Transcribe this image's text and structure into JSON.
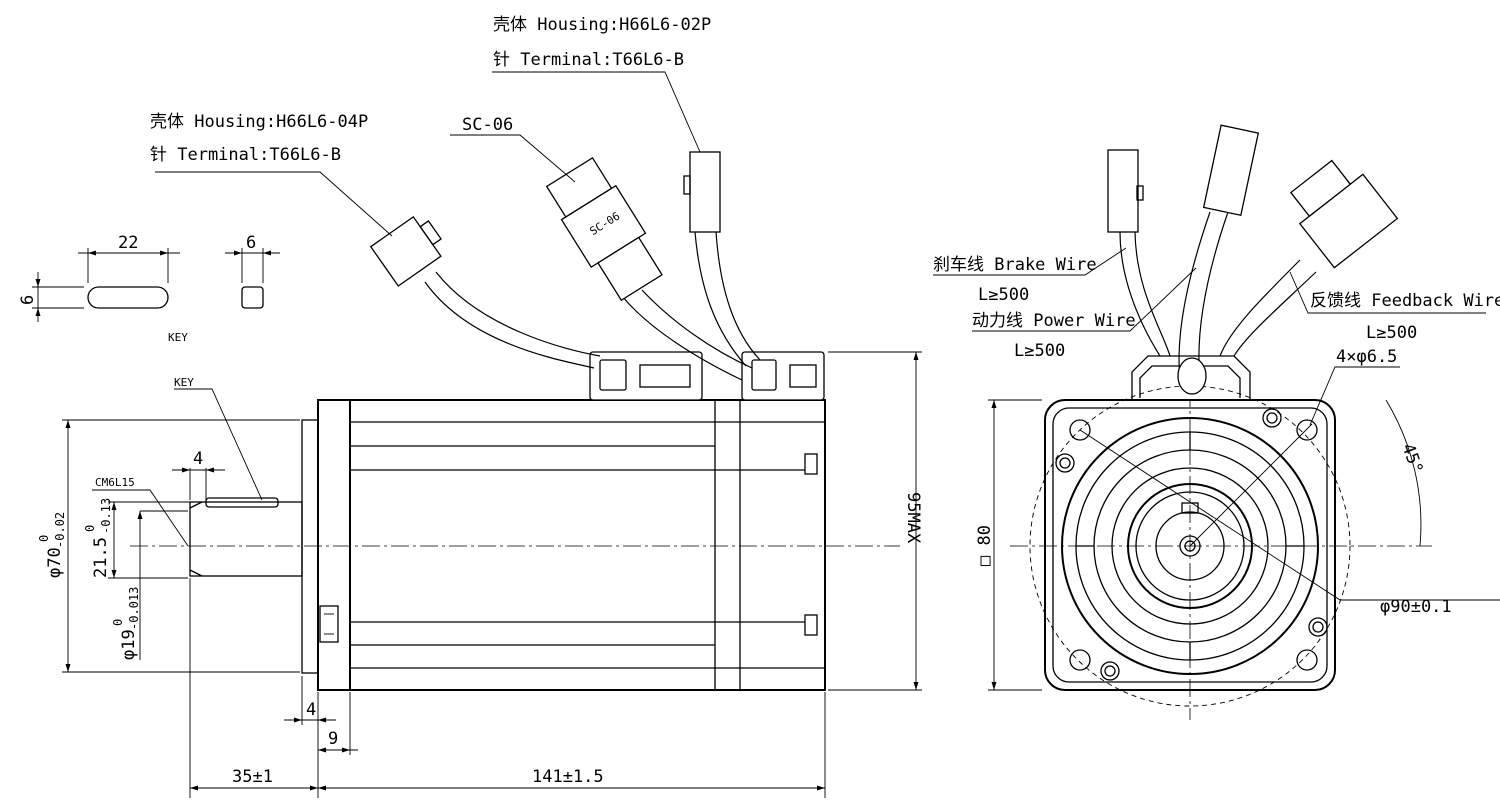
{
  "labels": {
    "power_housing": "壳体 Housing:H66L6-04P",
    "power_terminal": "针  Terminal:T66L6-B",
    "brake_housing": "壳体 Housing:H66L6-02P",
    "brake_terminal": "针 Terminal:T66L6-B",
    "encoder_connector": "SC-06",
    "connector_marking": "SC-06",
    "brake_wire": "刹车线 Brake Wire",
    "brake_len": "L≥500",
    "power_wire": "动力线 Power Wire",
    "power_len": "L≥500",
    "feedback_wire": "反馈线 Feedback Wire",
    "feedback_len": "L≥500",
    "key_detail": "KEY",
    "key_leader": "KEY",
    "chamfer": "CM6L15"
  },
  "dimensions": {
    "key_length": "22",
    "key_height": "6",
    "key_width": "6",
    "dim4_top": "4",
    "flange_pilot": "φ70",
    "flange_pilot_up": "0",
    "flange_pilot_low": "-0.02",
    "key_depth": "21.5",
    "key_depth_up": "0",
    "key_depth_low": "-0.13",
    "shaft_dia": "φ19",
    "shaft_dia_up": "0",
    "shaft_dia_low": "-0.013",
    "flange_thk": "4",
    "pilot_len": "9",
    "shaft_len": "35±1",
    "body_len": "141±1.5",
    "height_max": "95MAX",
    "flange_square": "□ 80",
    "bolt_holes": "4×φ6.5",
    "bolt_angle": "45°",
    "pcd": "φ90±0.1"
  }
}
